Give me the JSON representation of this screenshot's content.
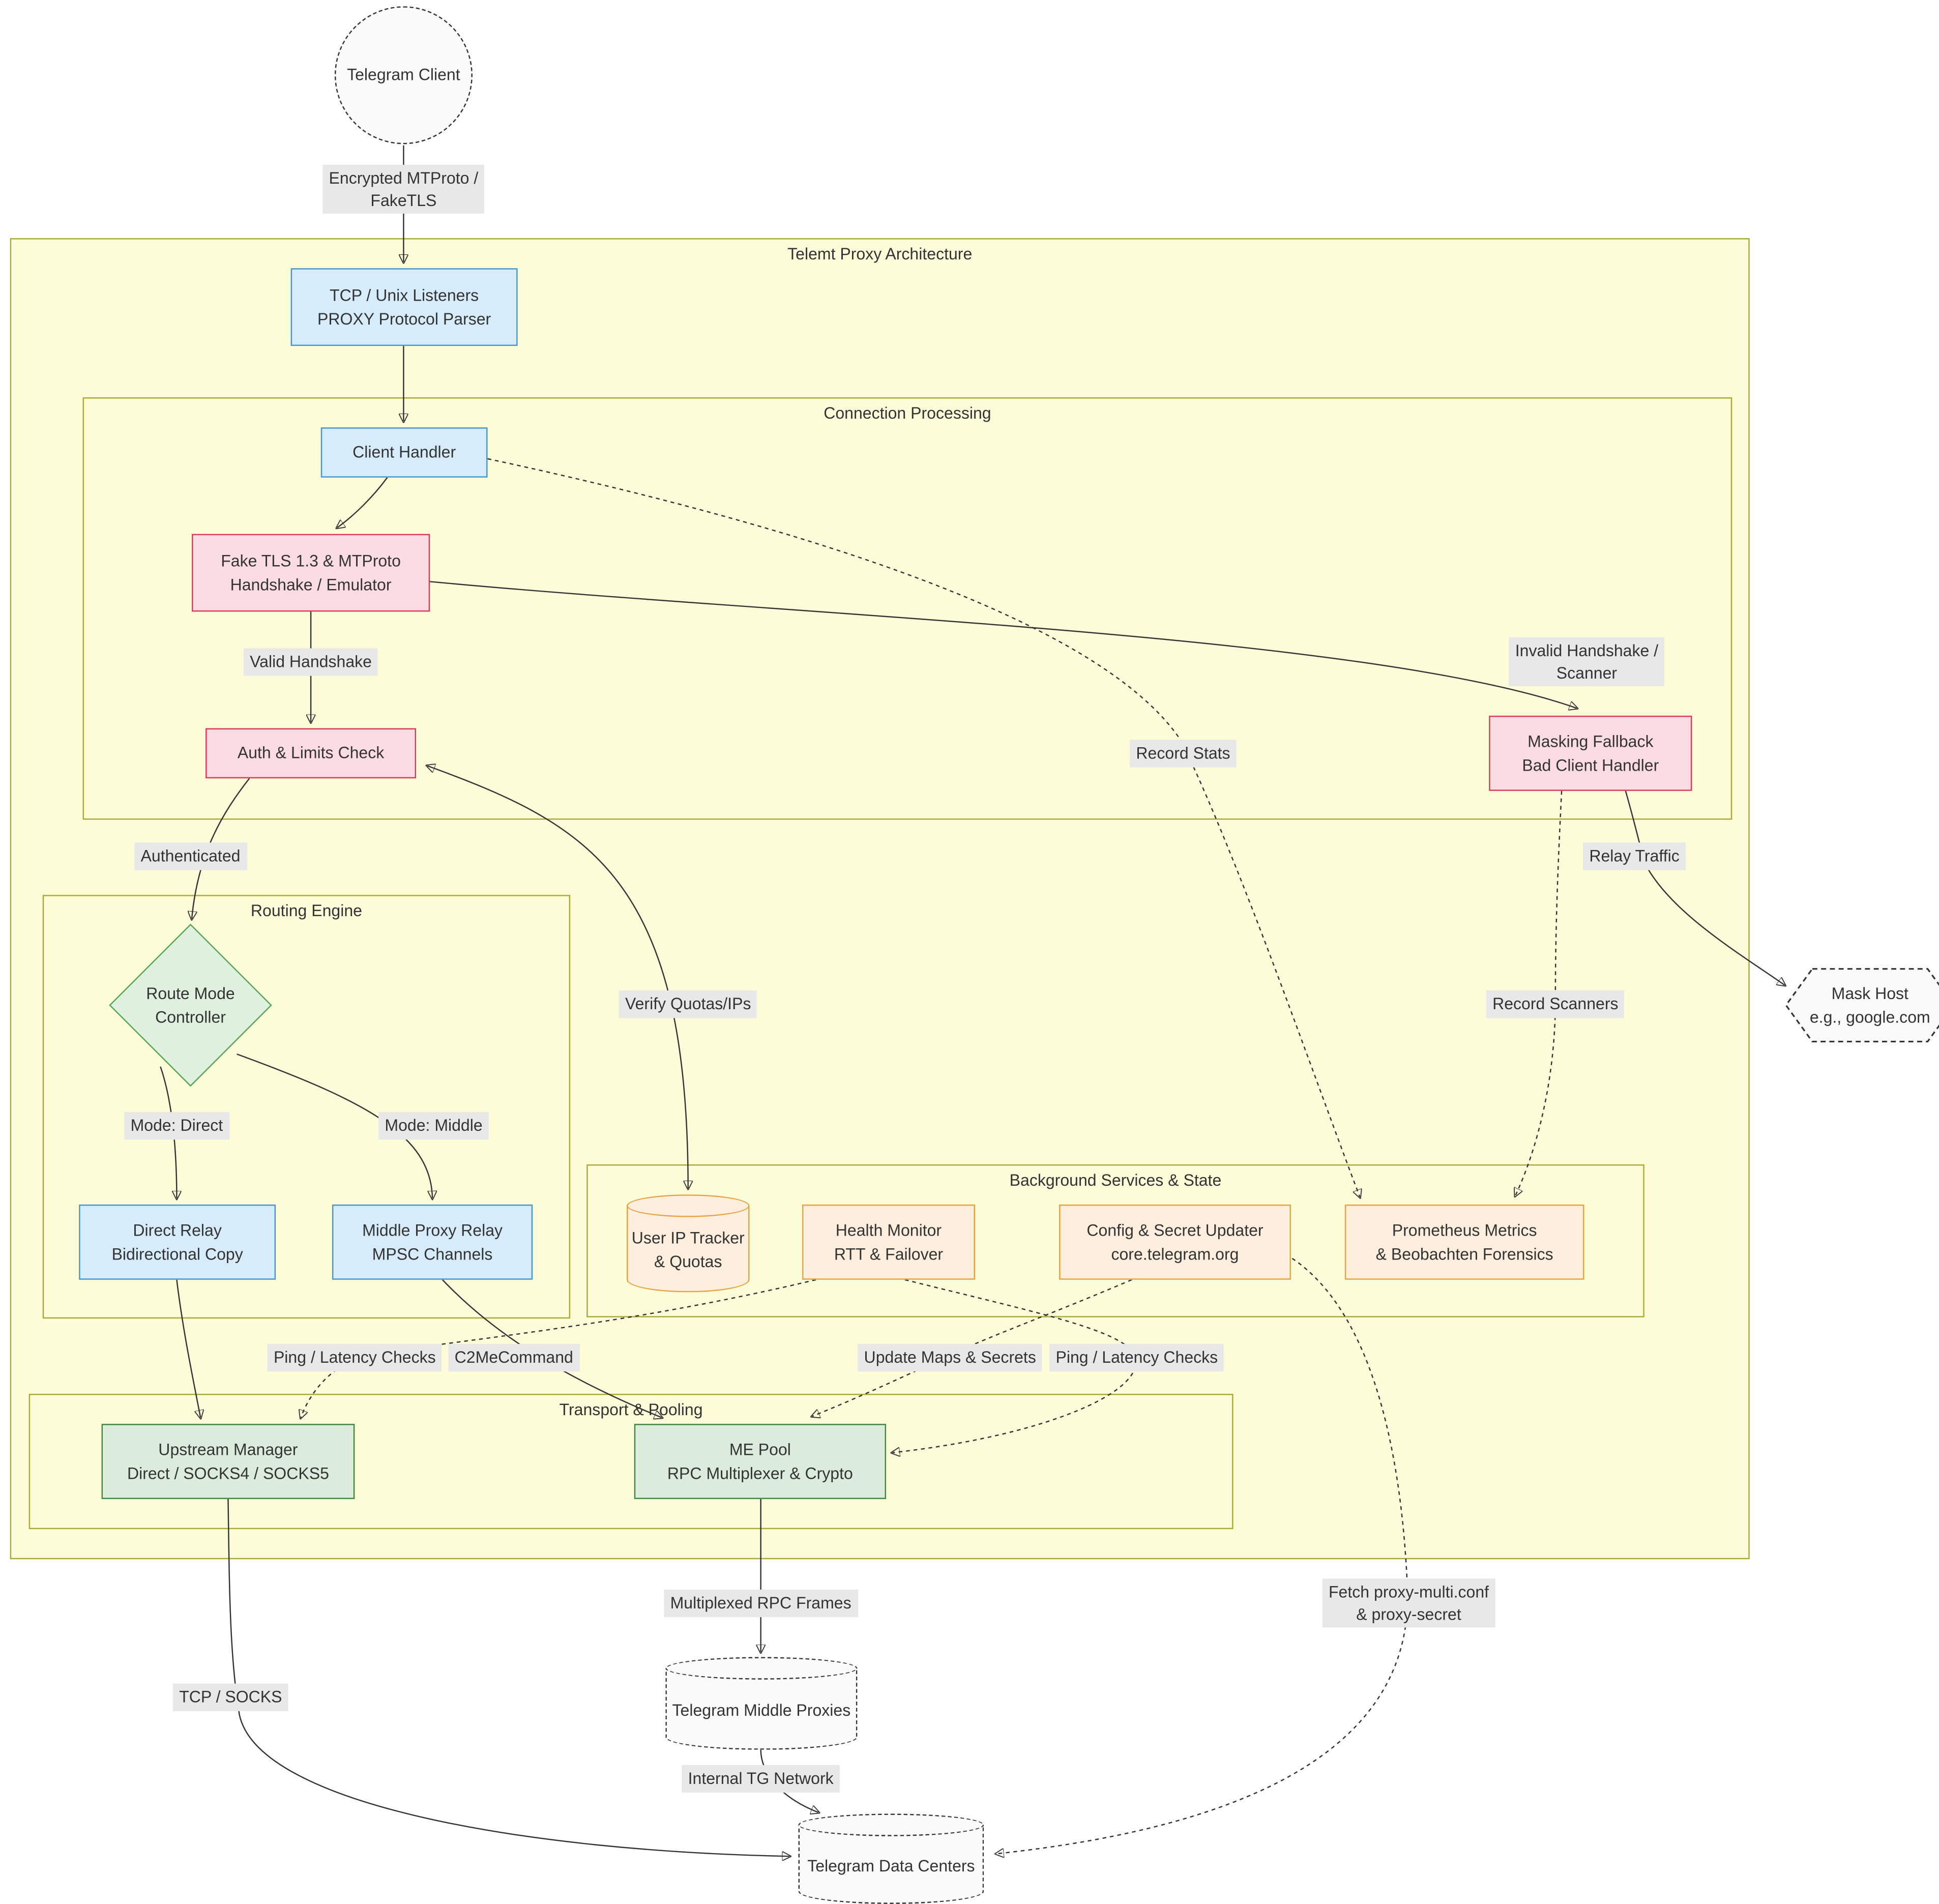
{
  "diagram": {
    "title": "Telemt Proxy Architecture",
    "subgraphs": {
      "connection": "Connection Processing",
      "routing": "Routing Engine",
      "background": "Background Services & State",
      "transport": "Transport & Pooling"
    },
    "nodes": {
      "telegram_client": "Telegram Client",
      "tcp_listeners": "TCP / Unix Listeners\nPROXY Protocol Parser",
      "client_handler": "Client Handler",
      "fake_tls": "Fake TLS 1.3 & MTProto\nHandshake / Emulator",
      "auth_limits": "Auth & Limits Check",
      "masking_fallback": "Masking Fallback\nBad Client Handler",
      "route_mode": "Route Mode\nController",
      "direct_relay": "Direct Relay\nBidirectional Copy",
      "middle_relay": "Middle Proxy Relay\nMPSC Channels",
      "ip_tracker": "User IP Tracker\n& Quotas",
      "health_monitor": "Health Monitor\nRTT & Failover",
      "config_updater": "Config & Secret Updater\ncore.telegram.org",
      "prometheus": "Prometheus Metrics\n& Beobachten Forensics",
      "upstream_manager": "Upstream Manager\nDirect / SOCKS4 / SOCKS5",
      "me_pool": "ME Pool\nRPC Multiplexer & Crypto",
      "middle_proxies": "Telegram Middle Proxies",
      "data_centers": "Telegram Data Centers",
      "mask_host": "Mask Host\ne.g., google.com"
    },
    "edge_labels": {
      "encrypted": "Encrypted MTProto /\nFakeTLS",
      "valid_handshake": "Valid Handshake",
      "invalid_handshake": "Invalid Handshake /\nScanner",
      "record_stats": "Record Stats",
      "authenticated": "Authenticated",
      "verify_quotas": "Verify Quotas/IPs",
      "relay_traffic": "Relay Traffic",
      "record_scanners": "Record Scanners",
      "mode_direct": "Mode: Direct",
      "mode_middle": "Mode: Middle",
      "ping_latency_left": "Ping / Latency Checks",
      "c2me": "C2MeCommand",
      "update_maps": "Update Maps & Secrets",
      "ping_latency_right": "Ping / Latency Checks",
      "multiplexed": "Multiplexed RPC Frames",
      "fetch_conf": "Fetch proxy-multi.conf\n& proxy-secret",
      "tcp_socks": "TCP / SOCKS",
      "internal_tg": "Internal TG Network"
    }
  },
  "colors": {
    "cluster_fill": "#fcfcd9",
    "cluster_stroke": "#aaaa33",
    "blue_fill": "#d7ecfa",
    "blue_stroke": "#4596d1",
    "pink_fill": "#fbdce4",
    "pink_stroke": "#dc3a55",
    "orange_fill": "#fdeede",
    "orange_stroke": "#e9a23d",
    "diamond_fill": "#dff0df",
    "diamond_stroke": "#57a657",
    "transport_fill": "#dcecdc",
    "transport_stroke": "#3e8a3e",
    "neutral_fill": "#fafafa",
    "neutral_stroke": "#333333",
    "label_bg": "#e8e8e8",
    "text": "#333333",
    "edge": "#333333"
  }
}
